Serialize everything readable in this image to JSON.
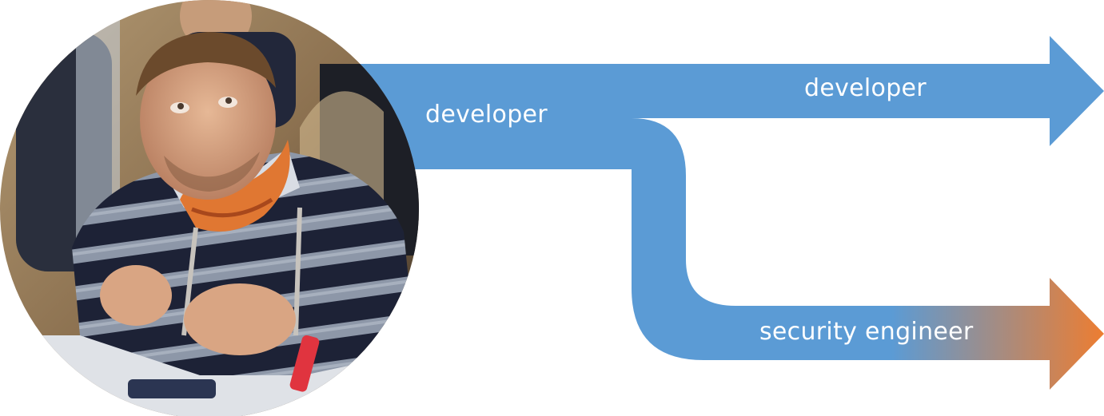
{
  "labels": {
    "current_role": "developer",
    "path_continue": "developer",
    "path_branch": "security engineer"
  },
  "colors": {
    "arrow_blue": "#5B9BD5",
    "arrow_orange": "#ED7D31",
    "background": "#FFFFFF"
  },
  "photo": {
    "subject": "man in striped sweater with orange scarf, looking up"
  }
}
